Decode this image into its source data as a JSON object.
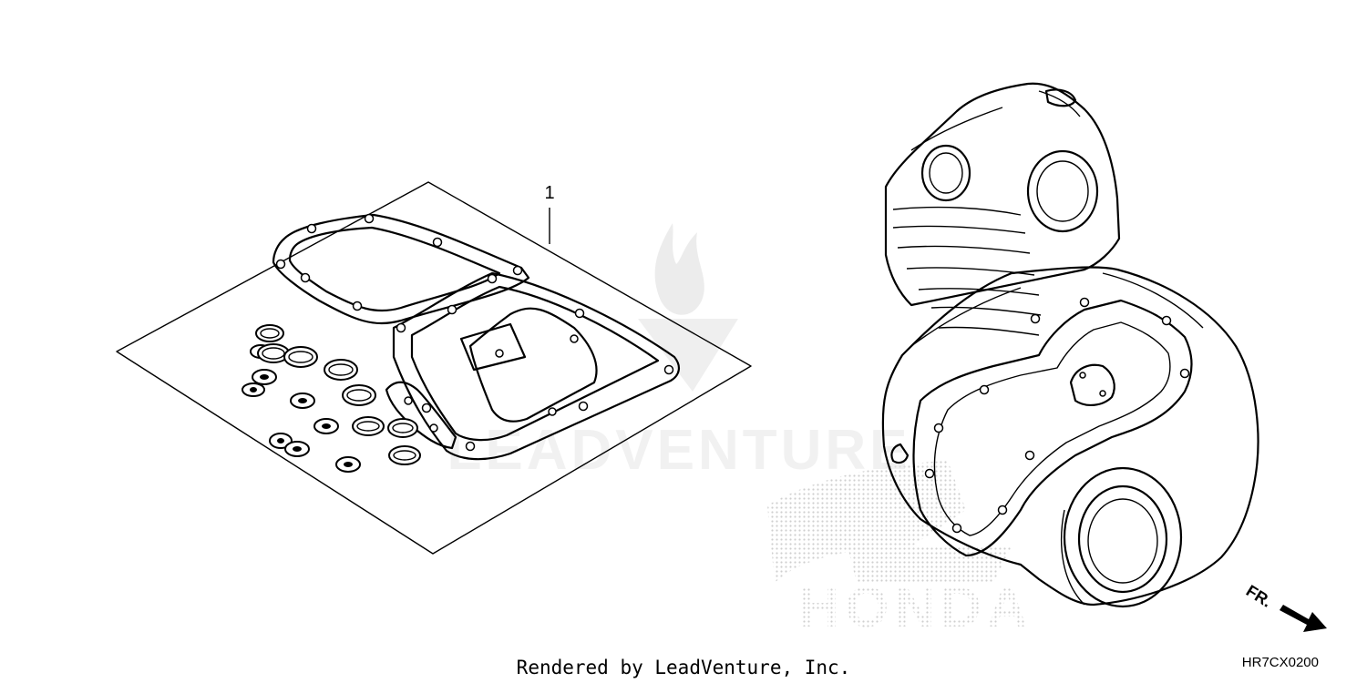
{
  "diagram": {
    "callout_label": "1",
    "footer_text": "Rendered by LeadVenture, Inc.",
    "diagram_code": "HR7CX0200",
    "direction_label": "FR.",
    "watermark_text": "LEADVENTURE",
    "brand_watermark": "HONDA"
  },
  "colors": {
    "line": "#000000",
    "watermark": "#d9d9d9",
    "background": "#ffffff"
  }
}
